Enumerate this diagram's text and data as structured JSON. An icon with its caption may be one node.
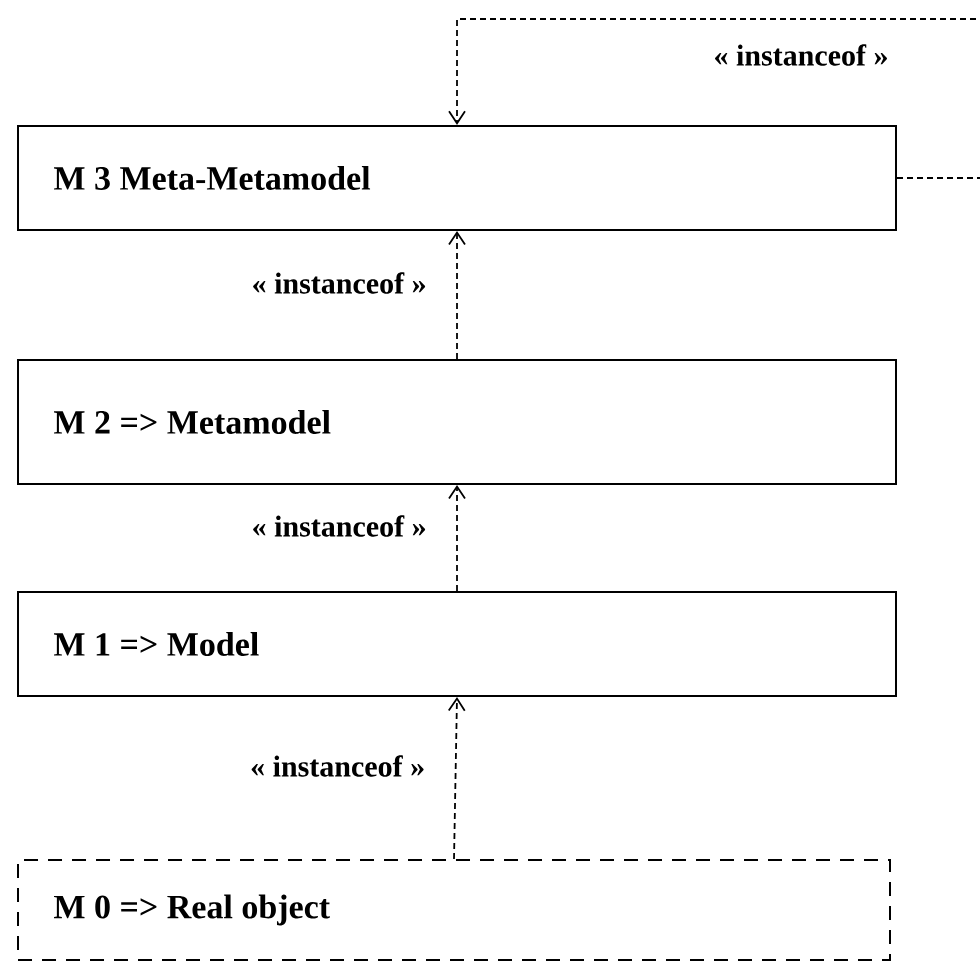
{
  "diagram": {
    "nodes": [
      {
        "text": [
          "M 3 Meta-Metamodel"
        ]
      },
      {
        "text": [
          "M 2 => Metamodel"
        ]
      },
      {
        "text": [
          "M 1 => Model"
        ]
      },
      {
        "text": [
          "M 0 => Real object"
        ]
      }
    ],
    "edges": [
      {
        "from": 0,
        "to": 0,
        "arrow": "to",
        "style": "dashed",
        "label": "« instanceof »"
      },
      {
        "from": 1,
        "to": 0,
        "arrow": "to",
        "style": "dashed",
        "label": "« instanceof »"
      },
      {
        "from": 2,
        "to": 1,
        "arrow": "to",
        "style": "dashed",
        "label": "« instanceof »"
      },
      {
        "from": 3,
        "to": 2,
        "arrow": "to",
        "style": "dashed",
        "label": "« instanceof »"
      }
    ]
  }
}
